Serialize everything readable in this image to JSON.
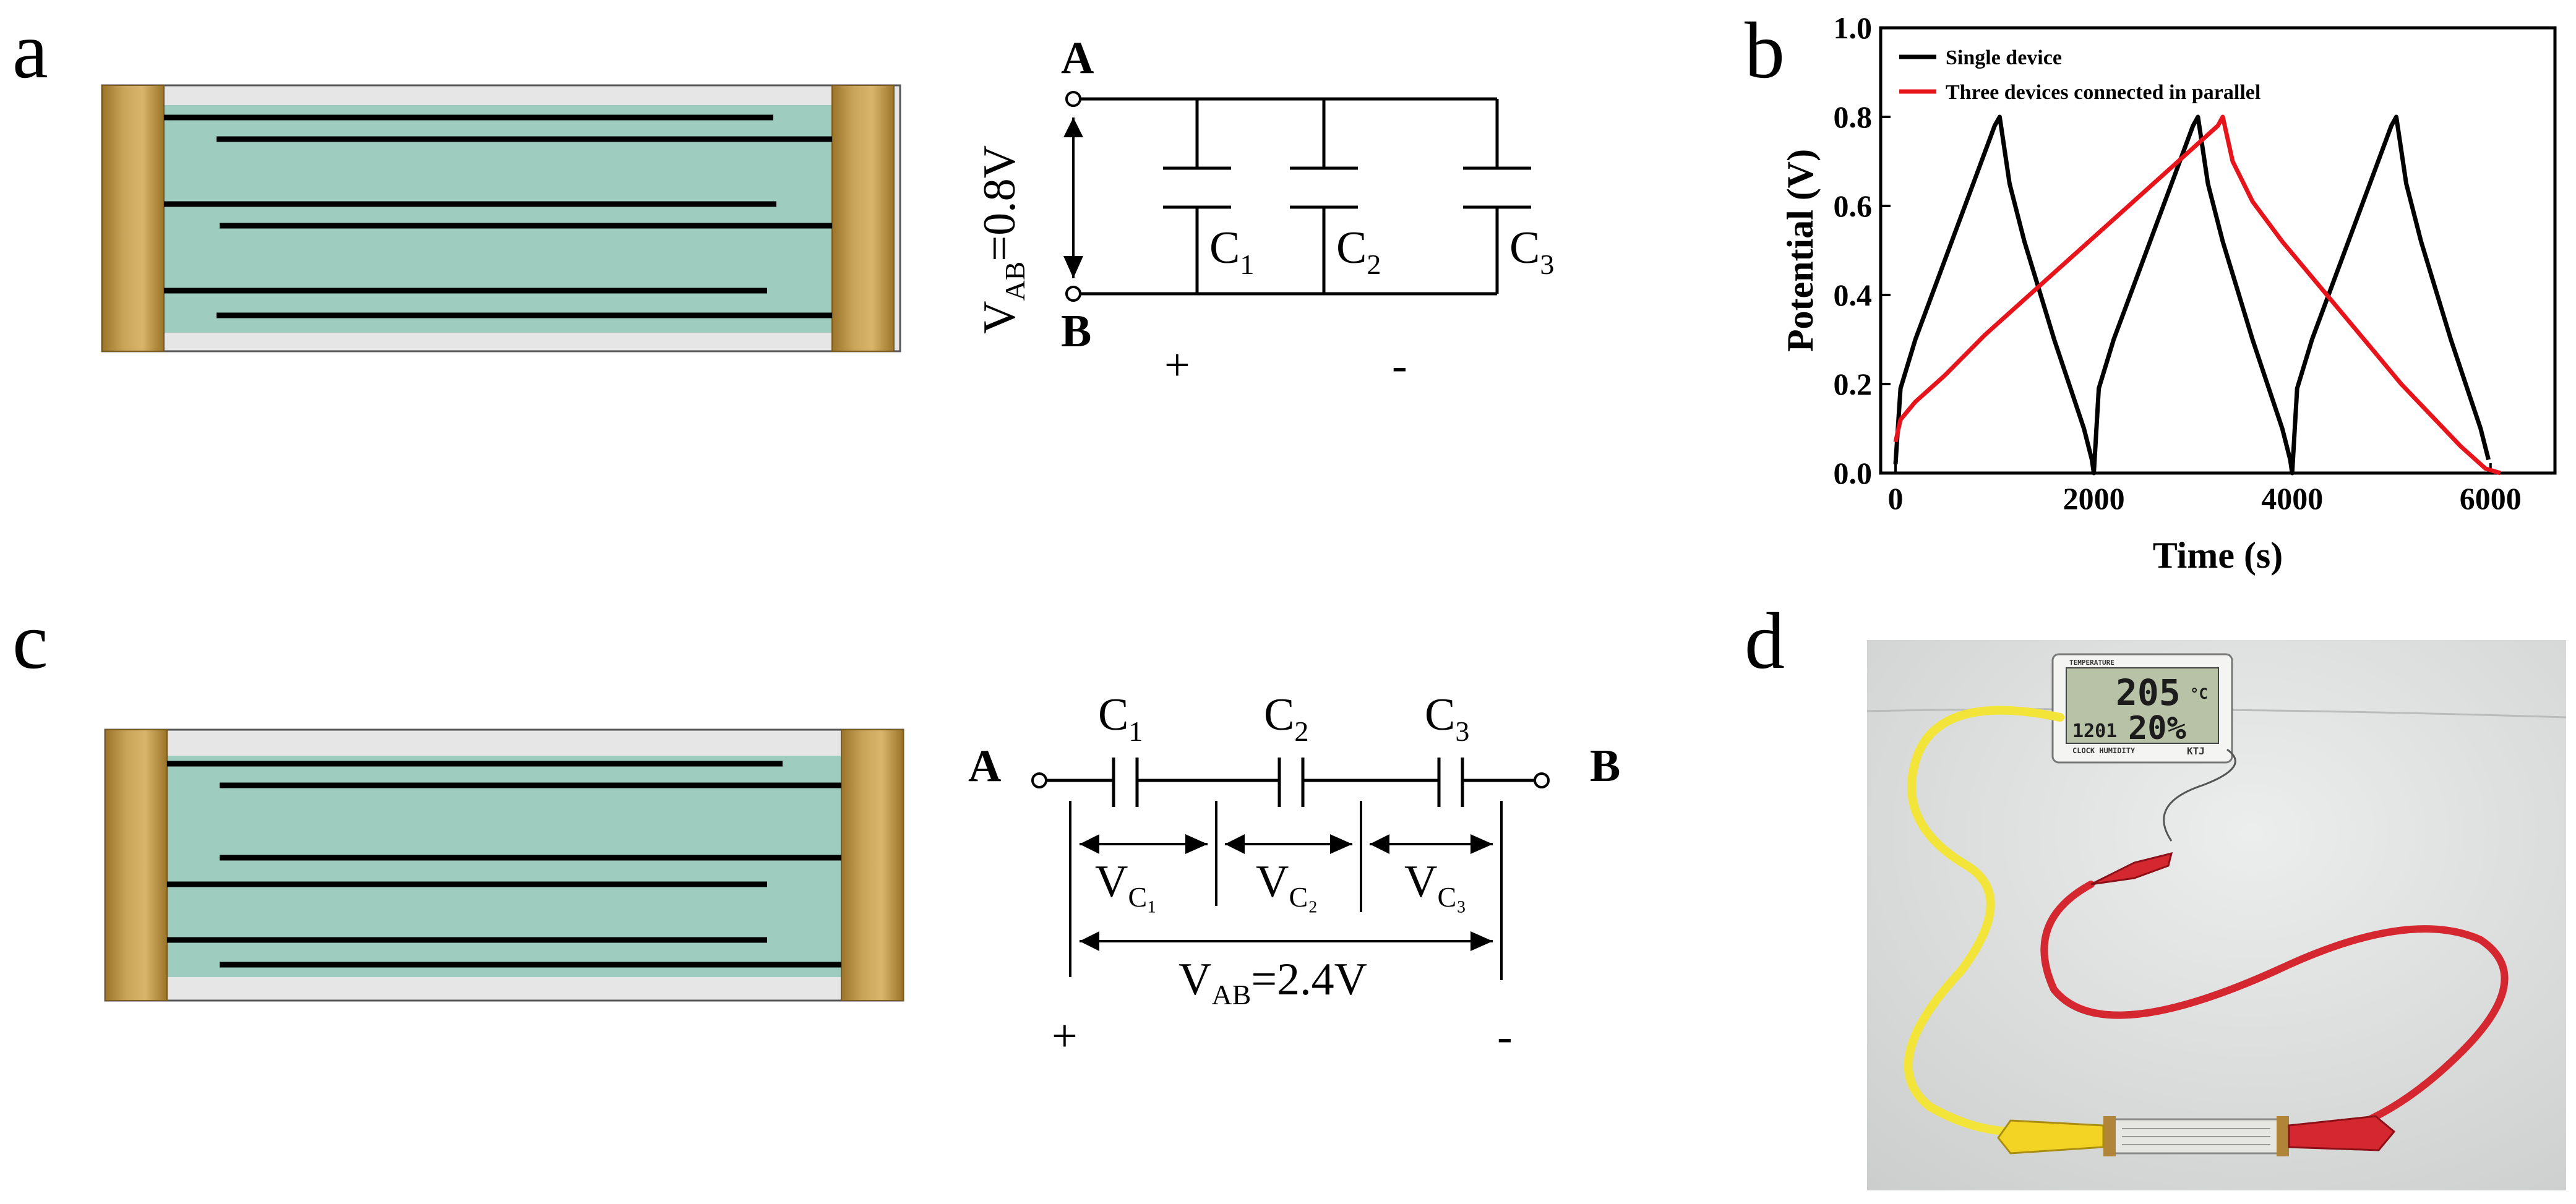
{
  "panels": {
    "a": {
      "label": "a"
    },
    "b": {
      "label": "b"
    },
    "c": {
      "label": "c"
    },
    "d": {
      "label": "d"
    }
  },
  "parallel_circuit": {
    "node_a": "A",
    "node_b": "B",
    "voltage_main": "V",
    "voltage_sub": "AB",
    "voltage_value": "=0.8V",
    "capacitors": [
      {
        "main": "C",
        "sub": "1"
      },
      {
        "main": "C",
        "sub": "2"
      },
      {
        "main": "C",
        "sub": "3"
      }
    ],
    "plus": "+",
    "minus": "-"
  },
  "series_circuit": {
    "node_a": "A",
    "node_b": "B",
    "capacitors": [
      {
        "main": "C",
        "sub": "1"
      },
      {
        "main": "C",
        "sub": "2"
      },
      {
        "main": "C",
        "sub": "3"
      }
    ],
    "cap_voltages": [
      {
        "main": "V",
        "sub": "C₁"
      },
      {
        "main": "V",
        "sub": "C₂"
      },
      {
        "main": "V",
        "sub": "C₃"
      }
    ],
    "total_main": "V",
    "total_sub": "AB",
    "total_value": "=2.4V",
    "plus": "+",
    "minus": "-"
  },
  "photo": {
    "lcd_temperature_label": "TEMPERATURE",
    "lcd_temp": "205",
    "lcd_temp_unit": "°C",
    "lcd_time": "1201",
    "lcd_humidity": "20%",
    "lcd_bottom_label": "CLOCK HUMIDITY",
    "lcd_brand": "KTJ"
  },
  "chart_data": {
    "type": "line",
    "title": "",
    "xlabel": "Time (s)",
    "ylabel": "Potential (V)",
    "xlim": [
      -150,
      6650
    ],
    "ylim": [
      0.0,
      1.0
    ],
    "xticks": [
      0,
      2000,
      4000,
      6000
    ],
    "xtick_labels": [
      "0",
      "2000",
      "4000",
      "6000"
    ],
    "yticks": [
      0.0,
      0.2,
      0.4,
      0.6,
      0.8,
      1.0
    ],
    "ytick_labels": [
      "0.0",
      "0.2",
      "0.4",
      "0.6",
      "0.8",
      "1.0"
    ],
    "legend_position": "top-left",
    "grid": false,
    "series": [
      {
        "name": "Single device",
        "color": "#000000",
        "x": [
          0,
          50,
          200,
          400,
          600,
          800,
          1000,
          1050,
          1150,
          1300,
          1450,
          1600,
          1750,
          1900,
          1980,
          2000,
          2050,
          2200,
          2400,
          2600,
          2800,
          3000,
          3050,
          3150,
          3300,
          3450,
          3600,
          3750,
          3900,
          3980,
          4000,
          4050,
          4200,
          4400,
          4600,
          4800,
          5000,
          5050,
          5150,
          5300,
          5450,
          5600,
          5750,
          5900,
          5980
        ],
        "y": [
          0.02,
          0.19,
          0.3,
          0.42,
          0.54,
          0.66,
          0.78,
          0.8,
          0.65,
          0.52,
          0.41,
          0.3,
          0.2,
          0.1,
          0.03,
          0.0,
          0.19,
          0.3,
          0.42,
          0.54,
          0.66,
          0.78,
          0.8,
          0.65,
          0.52,
          0.41,
          0.3,
          0.2,
          0.1,
          0.03,
          0.0,
          0.19,
          0.3,
          0.42,
          0.54,
          0.66,
          0.78,
          0.8,
          0.65,
          0.52,
          0.41,
          0.3,
          0.2,
          0.1,
          0.03
        ]
      },
      {
        "name": "Three devices connected in parallel",
        "color": "#e8141c",
        "x": [
          0,
          50,
          200,
          500,
          900,
          1300,
          1700,
          2100,
          2500,
          2900,
          3250,
          3300,
          3400,
          3600,
          3900,
          4200,
          4500,
          4800,
          5100,
          5400,
          5700,
          5950,
          6100
        ],
        "y": [
          0.07,
          0.12,
          0.16,
          0.22,
          0.31,
          0.39,
          0.47,
          0.55,
          0.63,
          0.71,
          0.78,
          0.8,
          0.7,
          0.61,
          0.52,
          0.44,
          0.36,
          0.28,
          0.2,
          0.13,
          0.06,
          0.01,
          0.0
        ]
      }
    ]
  }
}
